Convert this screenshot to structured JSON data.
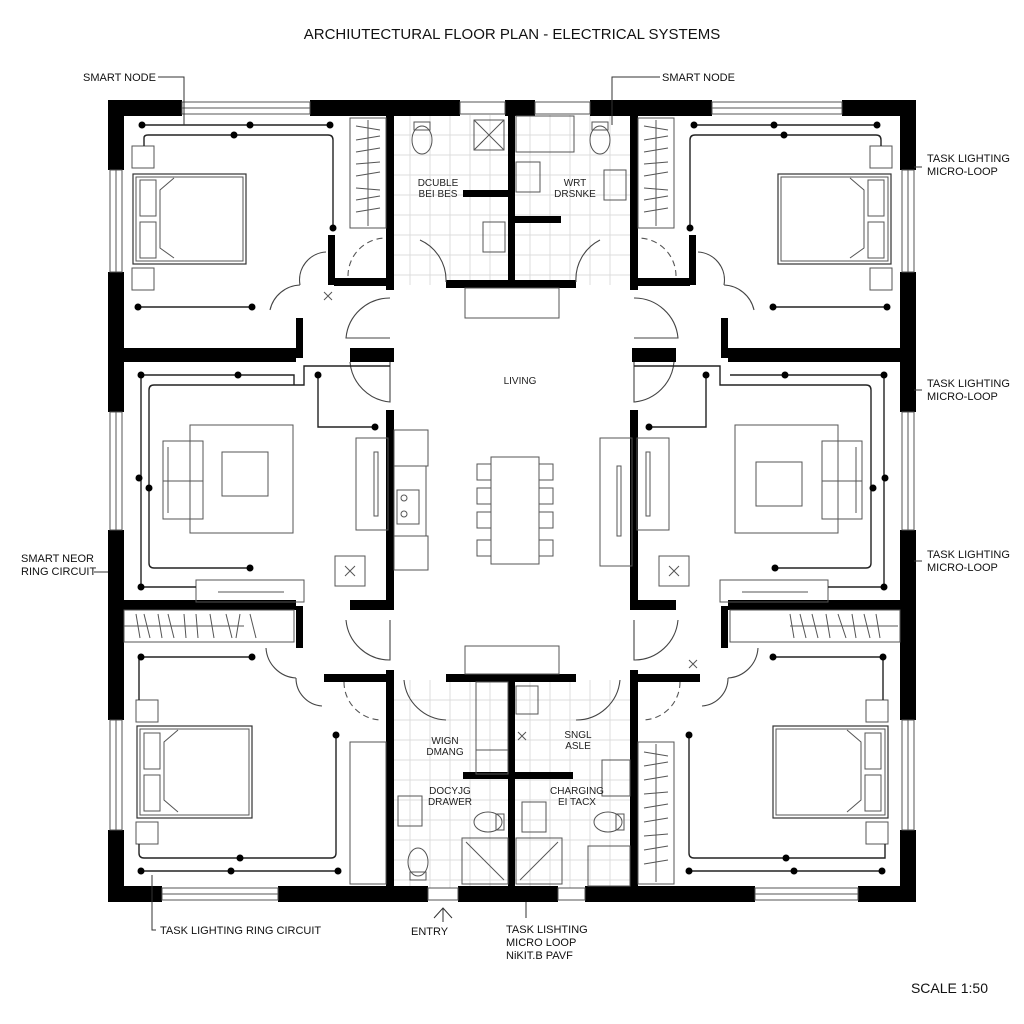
{
  "title": "ARCHIUTECTURAL FLOOR PLAN - ELECTRICAL SYSTEMS",
  "scale": "SCALE 1:50",
  "callouts": {
    "smart_node_left": "SMART NODE",
    "smart_node_right": "SMART NODE",
    "task_lighting_1": {
      "line1": "TASK LIGHTING",
      "line2": "MICRO-LOOP"
    },
    "task_lighting_2": {
      "line1": "TASK LIGHTING",
      "line2": "MICRO-LOOP"
    },
    "task_lighting_3": {
      "line1": "TASK LIGHTING",
      "line2": "MICRO-LOOP"
    },
    "smart_neor": {
      "line1": "SMART NEOR",
      "line2": "RING CIRCUIT"
    },
    "task_ring_bottom": "TASK LIGHTING RING CIRCUIT",
    "entry": "ENTRY",
    "task_bottom": {
      "line1": "TASK LISHTING",
      "line2": "MICRO LOOP",
      "line3": "NiKIT.B PAVF"
    }
  },
  "rooms": {
    "living": "LIVING",
    "bath_top_left": {
      "line1": "DCUBLE",
      "line2": "BEI BES"
    },
    "bath_top_right": {
      "line1": "WRT",
      "line2": "DRSNKE"
    },
    "bath_bottom_left_a": {
      "line1": "WIGN",
      "line2": "DMANG"
    },
    "bath_bottom_right_a": {
      "line1": "SNGL",
      "line2": "ASLE"
    },
    "bath_bottom_left_b": {
      "line1": "DOCYJG",
      "line2": "DRAWER"
    },
    "bath_bottom_right_b": {
      "line1": "CHARGING",
      "line2": "EI TACX"
    }
  },
  "colors": {
    "wall": "#000000",
    "line": "#333333",
    "grid": "#dcdcdc",
    "background": "#ffffff"
  }
}
